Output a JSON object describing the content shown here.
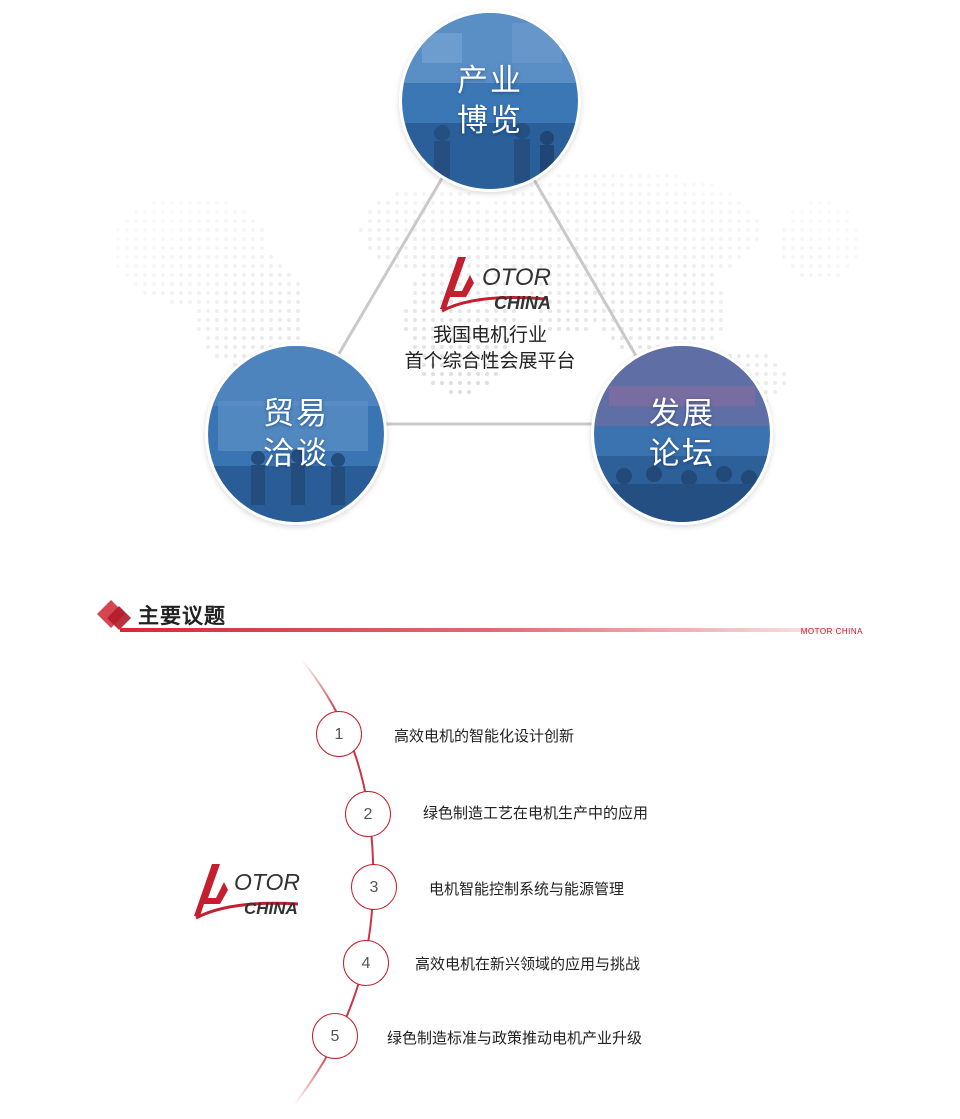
{
  "hero": {
    "circles": [
      {
        "id": "expo",
        "line1": "产业",
        "line2": "博览"
      },
      {
        "id": "trade",
        "line1": "贸易",
        "line2": "洽谈"
      },
      {
        "id": "forum",
        "line1": "发展",
        "line2": "论坛"
      }
    ],
    "logo": {
      "word1": "OTOR",
      "word2": "CHINA"
    },
    "tagline_line1": "我国电机行业",
    "tagline_line2": "首个综合性会展平台"
  },
  "section": {
    "title": "主要议题",
    "brand": "MOTOR CHINA"
  },
  "topics": [
    {
      "num": "1",
      "text": "高效电机的智能化设计创新"
    },
    {
      "num": "2",
      "text": "绿色制造工艺在电机生产中的应用"
    },
    {
      "num": "3",
      "text": "电机智能控制系统与能源管理"
    },
    {
      "num": "4",
      "text": "高效电机在新兴领域的应用与挑战"
    },
    {
      "num": "5",
      "text": "绿色制造标准与政策推动电机产业升级"
    }
  ],
  "side_logo": {
    "word1": "OTOR",
    "word2": "CHINA"
  },
  "colors": {
    "brand_red": "#c41f2e",
    "circle_blue": "#2f6fb0"
  }
}
